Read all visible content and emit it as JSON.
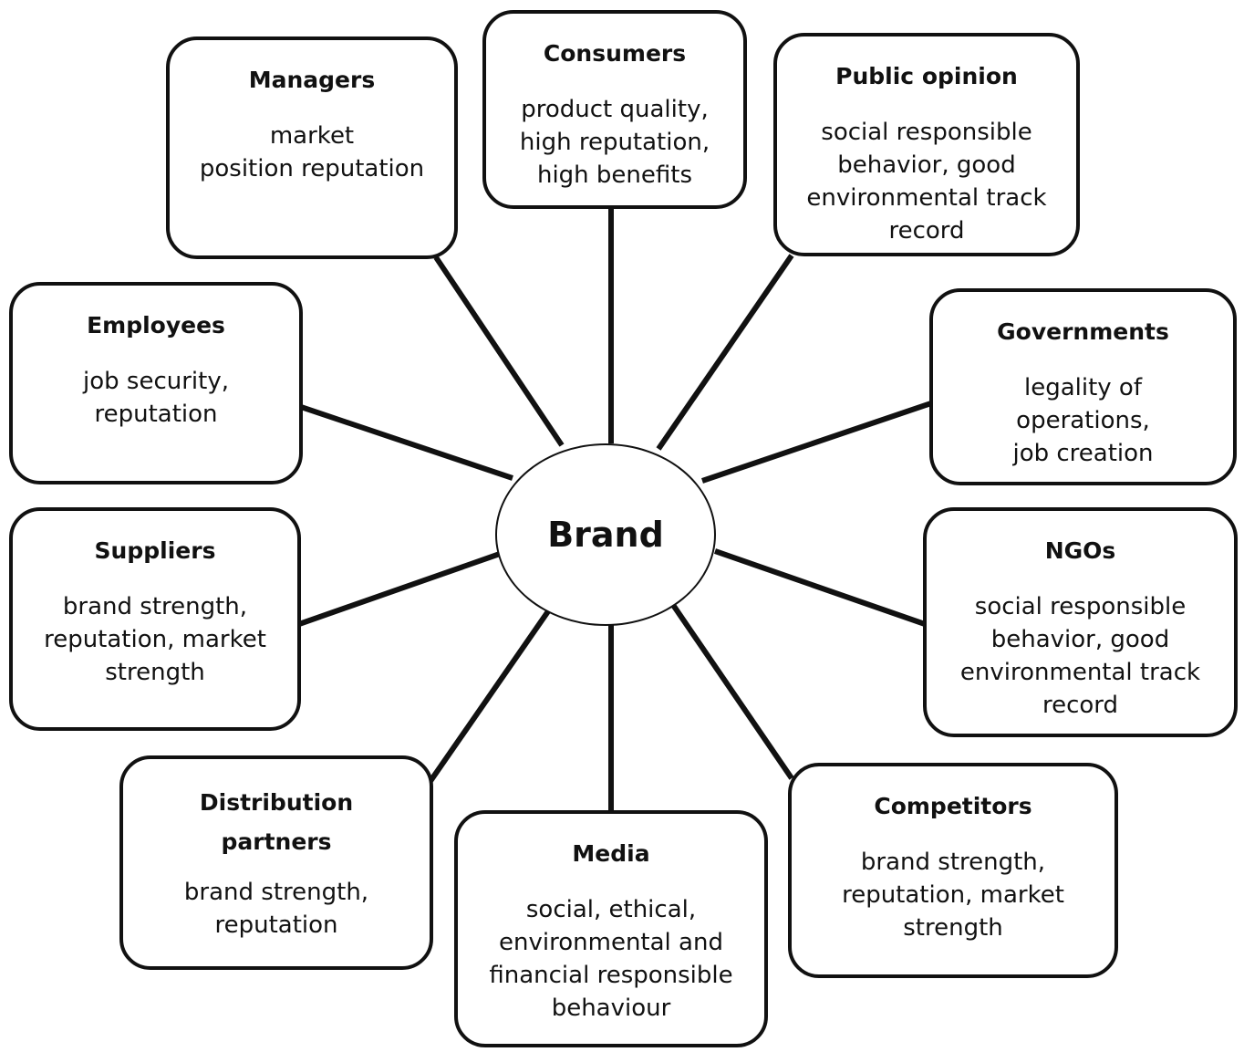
{
  "center": {
    "label": "Brand"
  },
  "stakeholders": [
    {
      "id": "managers",
      "title": "Managers",
      "description": "market\nposition reputation"
    },
    {
      "id": "consumers",
      "title": "Consumers",
      "description": "product quality,\nhigh reputation,\nhigh benefits"
    },
    {
      "id": "public_opinion",
      "title": "Public opinion",
      "description": "social responsible\nbehavior, good\nenvironmental track\nrecord"
    },
    {
      "id": "employees",
      "title": "Employees",
      "description": "job security,\nreputation"
    },
    {
      "id": "governments",
      "title": "Governments",
      "description": "legality of\noperations,\njob creation"
    },
    {
      "id": "suppliers",
      "title": "Suppliers",
      "description": "brand strength,\nreputation, market\nstrength"
    },
    {
      "id": "ngos",
      "title": "NGOs",
      "description": "social responsible\nbehavior, good\nenvironmental track\nrecord"
    },
    {
      "id": "distribution_partners",
      "title": "Distribution\npartners",
      "description": "brand strength,\nreputation"
    },
    {
      "id": "media",
      "title": "Media",
      "description": "social, ethical,\nenvironmental and\nfinancial responsible\nbehaviour"
    },
    {
      "id": "competitors",
      "title": "Competitors",
      "description": "brand strength,\nreputation, market\nstrength"
    }
  ]
}
